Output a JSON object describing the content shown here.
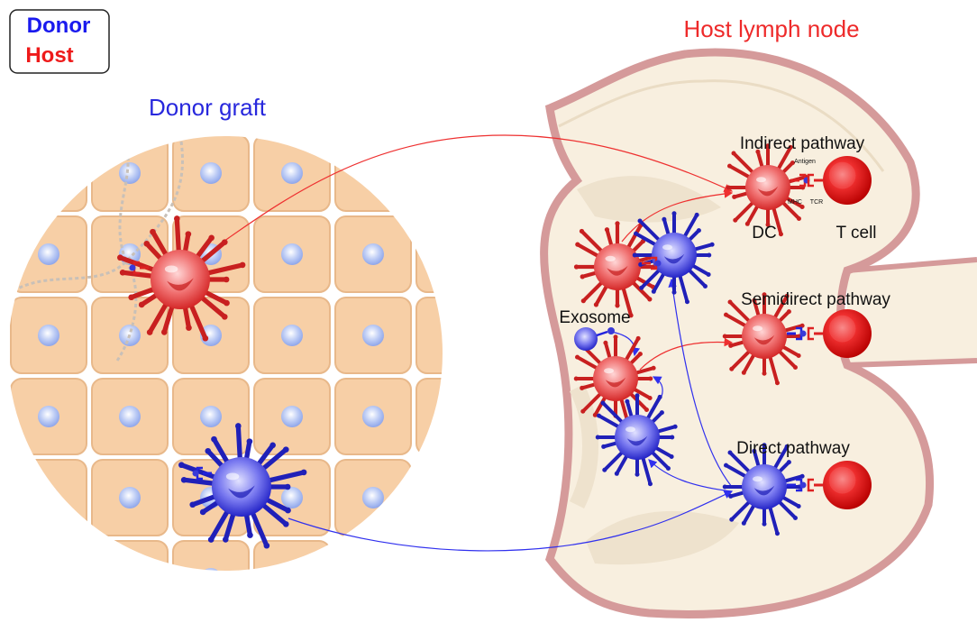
{
  "legend": {
    "donor": "Donor",
    "host": "Host"
  },
  "titles": {
    "graft": "Donor graft",
    "lymph_node": "Host lymph node"
  },
  "pathways": {
    "indirect": "Indirect pathway",
    "semidirect": "Semidirect pathway",
    "direct": "Direct pathway"
  },
  "labels": {
    "dc": "DC",
    "t_cell": "T cell",
    "exosome": "Exosome",
    "antigen": "Antigen",
    "mhc": "MHC",
    "tcr": "TCR"
  },
  "colors": {
    "donor": "#1a1aee",
    "host": "#ee1a1a",
    "tissue": "#f7cfa6",
    "node_fill": "#f8efdf",
    "node_border": "#d59a9a"
  }
}
